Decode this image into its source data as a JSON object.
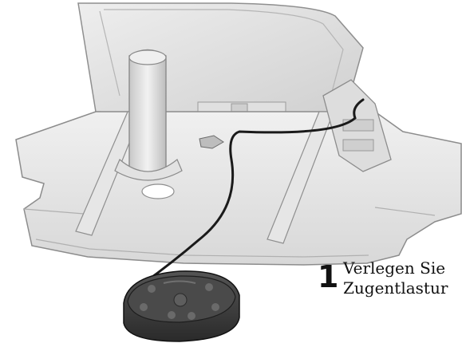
{
  "step": {
    "number": "1",
    "line1": "Verlegen Sie",
    "line2": "Zugentlastur"
  },
  "illustration": {
    "subject": "base-with-foot-control-pedal-and-cable"
  }
}
